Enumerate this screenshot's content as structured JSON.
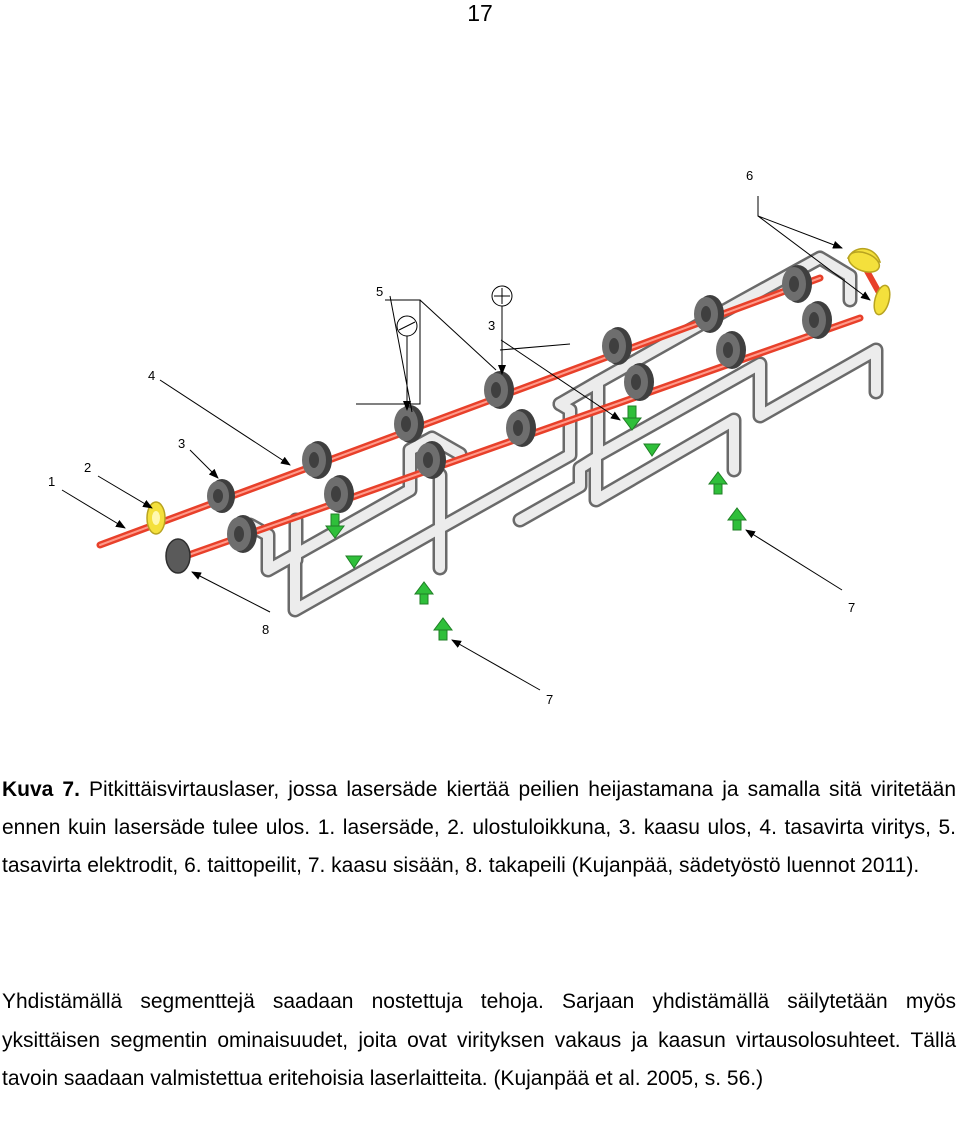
{
  "page_number": "17",
  "figure": {
    "callouts": {
      "c1": "1",
      "c2": "2",
      "c3a": "3",
      "c3b": "3",
      "c4": "4",
      "c5": "5",
      "c6": "6",
      "c7a": "7",
      "c7b": "7",
      "c8": "8"
    },
    "colors": {
      "laser": "#e8402a",
      "laser_highlight": "#ff9a8a",
      "electrode": "#6e6e6e",
      "electrode_dark": "#3f3f3f",
      "tube": "#ececec",
      "tube_outline": "#6a6a6a",
      "mirror": "#f4e03c",
      "rear_mirror": "#5a5a5a",
      "gas": "#2fbf3a",
      "gas_dark": "#1f7f25"
    }
  },
  "caption": {
    "label": "Kuva 7.",
    "text": "Pitkittäisvirtauslaser, jossa lasersäde kiertää peilien heijastamana ja samalla sitä viritetään ennen kuin lasersäde tulee ulos. 1. lasersäde, 2. ulostuloikkuna, 3. kaasu ulos, 4. tasavirta viritys, 5. tasavirta elektrodit, 6. taittopeilit, 7. kaasu sisään, 8. takapeili (Kujanpää, sädetyöstö luennot 2011)."
  },
  "paragraph": {
    "text": "Yhdistämällä segmenttejä saadaan nostettuja tehoja. Sarjaan yhdistämällä säilytetään myös yksittäisen segmentin ominaisuudet, joita ovat virityksen vakaus ja kaasun virtausolosuhteet. Tällä tavoin saadaan valmistettua eritehoisia laserlaitteita. (Kujanpää et al. 2005, s. 56.)"
  }
}
